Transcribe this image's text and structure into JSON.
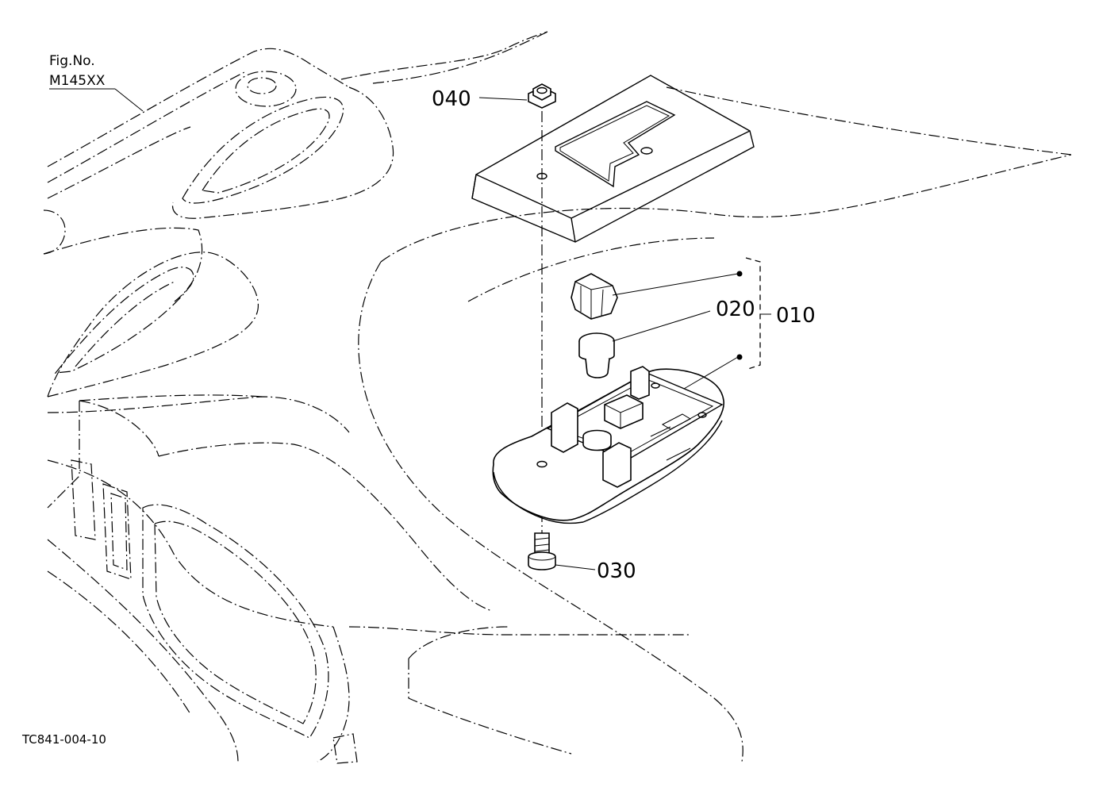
{
  "figure": {
    "fig_no_label": "Fig.No.",
    "fig_no_value": "M145XX",
    "drawing_code": "TC841-004-10"
  },
  "callouts": [
    {
      "id": "040",
      "label": "040"
    },
    {
      "id": "020",
      "label": "020"
    },
    {
      "id": "010",
      "label": "010"
    },
    {
      "id": "030",
      "label": "030"
    }
  ]
}
